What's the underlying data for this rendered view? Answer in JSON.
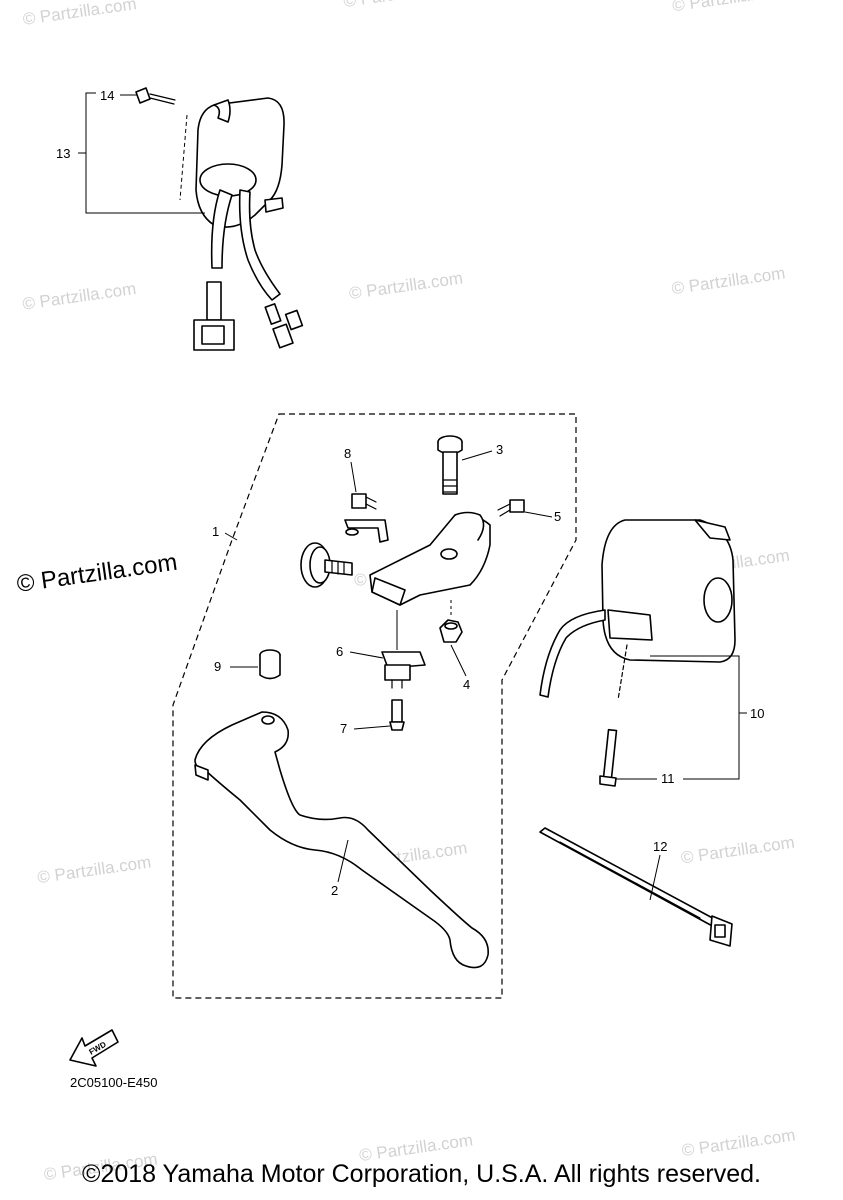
{
  "callouts": {
    "c1": "1",
    "c2": "2",
    "c3": "3",
    "c4": "4",
    "c5": "5",
    "c6": "6",
    "c7": "7",
    "c8": "8",
    "c9": "9",
    "c10": "10",
    "c11": "11",
    "c12": "12",
    "c13": "13",
    "c14": "14"
  },
  "watermark": {
    "text": "© Partzilla.com",
    "prominent": "© Partzilla.com"
  },
  "fwd_label": "FWD",
  "diagram_code": "2C05100-E450",
  "copyright": "©2018 Yamaha Motor Corporation, U.S.A. All rights reserved."
}
